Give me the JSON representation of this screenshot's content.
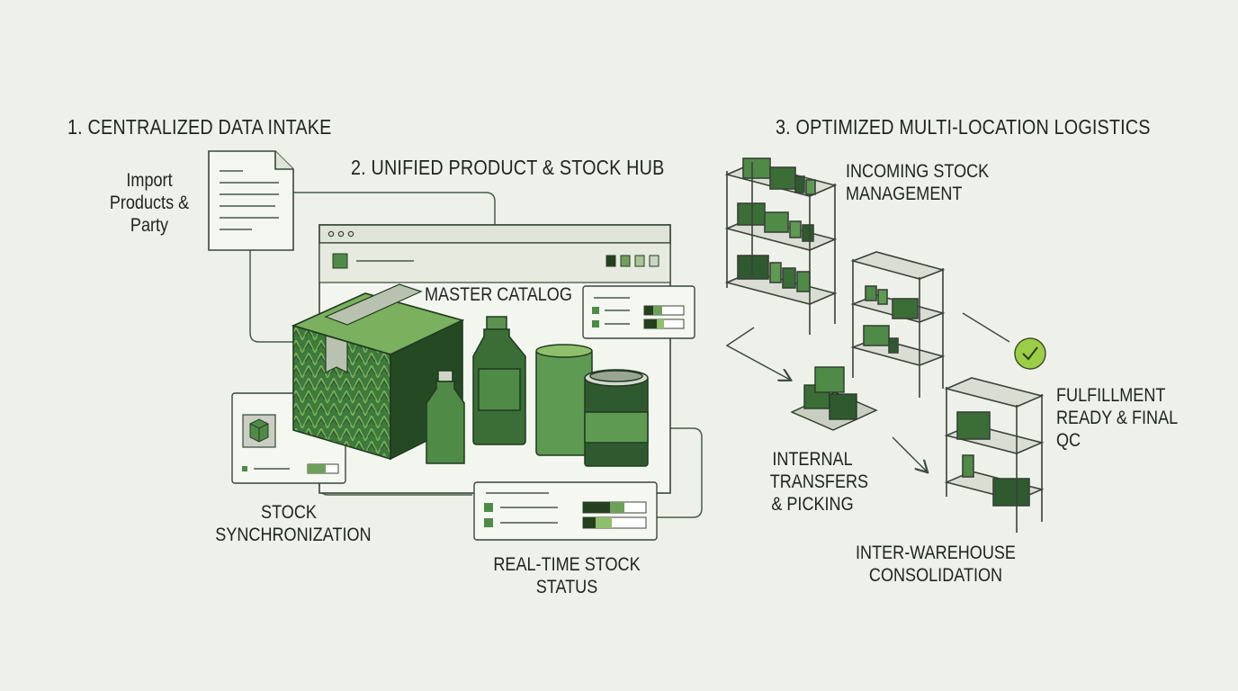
{
  "sections": {
    "intake": {
      "title": "1. CENTRALIZED DATA INTAKE"
    },
    "hub": {
      "title": "2. UNIFIED PRODUCT & STOCK HUB"
    },
    "logistics": {
      "title": "3. OPTIMIZED MULTI-LOCATION LOGISTICS"
    }
  },
  "labels": {
    "import": [
      "Import",
      "Products &",
      "Party"
    ],
    "master_catalog": "MASTER CATALOG",
    "stock_sync": [
      "STOCK",
      "SYNCHRONIZATION"
    ],
    "realtime": [
      "REAL-TIME STOCK",
      "STATUS"
    ],
    "incoming": [
      "INCOMING STOCK",
      "MANAGEMENT"
    ],
    "internal": [
      "INTERNAL",
      "TRANSFERS",
      "& PICKING"
    ],
    "fulfillment": [
      "FULFILLMENT",
      "READY & FINAL",
      "QC"
    ],
    "interwarehouse": [
      "INTER-WAREHOUSE",
      "CONSOLIDATION"
    ]
  },
  "colors": {
    "background": "#eef1e9",
    "dark_green": "#2f5a2f",
    "mid_green": "#4f8a47",
    "light_green": "#8fbf6a",
    "check": "#9ccd46",
    "line": "#4a5a4a"
  }
}
